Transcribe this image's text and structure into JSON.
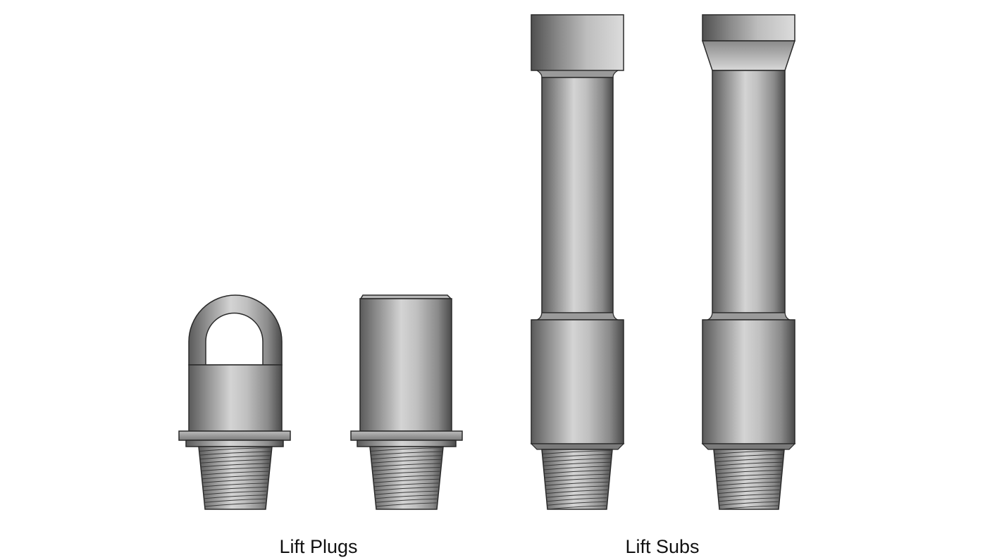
{
  "captions": {
    "lift_plugs": "Lift Plugs",
    "lift_subs": "Lift Subs"
  },
  "colors": {
    "outline": "#2a2a2a",
    "metal_dark": "#555555",
    "metal_mid": "#9a9a9a",
    "metal_light": "#e0e0e0",
    "background": "#ffffff",
    "caption_text": "#111111"
  },
  "components": [
    {
      "id": "lift-plug-bail",
      "group": "lift_plugs",
      "type": "bail-style lift plug"
    },
    {
      "id": "lift-plug-plain",
      "group": "lift_plugs",
      "type": "plain lift plug"
    },
    {
      "id": "lift-sub-square",
      "group": "lift_subs",
      "type": "square-shoulder lift sub"
    },
    {
      "id": "lift-sub-tapered",
      "group": "lift_subs",
      "type": "tapered-shoulder lift sub"
    }
  ]
}
